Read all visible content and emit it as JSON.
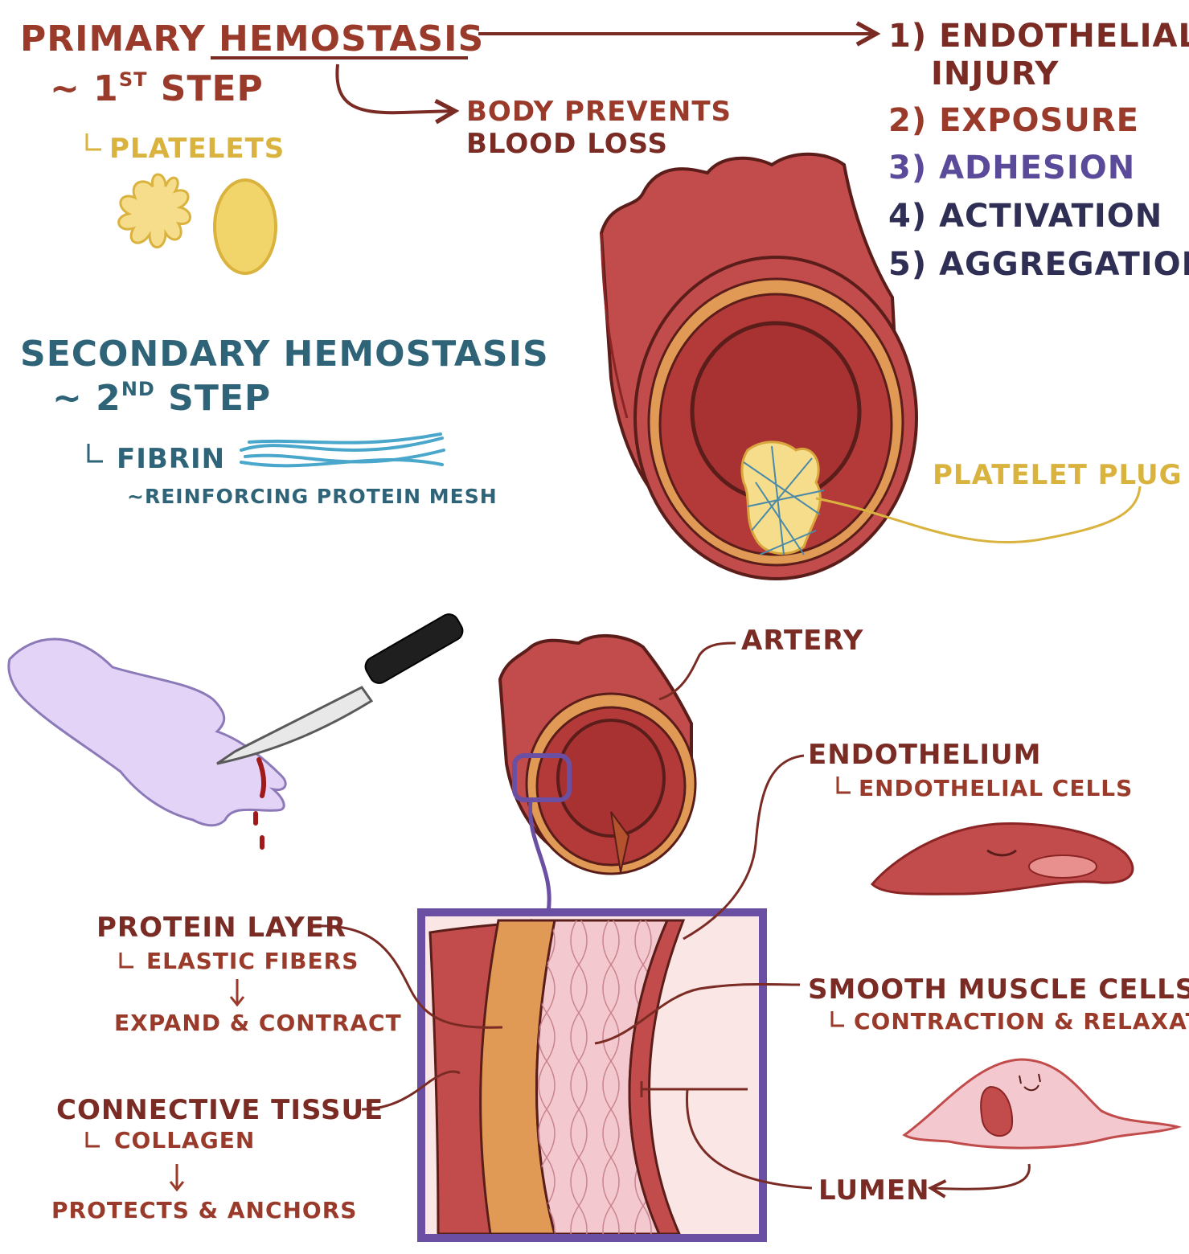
{
  "colors": {
    "brown": "#7a2b24",
    "rust": "#9a3a2a",
    "yellow": "#d9b33d",
    "teal": "#2e6378",
    "purple": "#5b4a9a",
    "navy": "#2f2f55",
    "artery_outer": "#c24c4c",
    "artery_mid": "#a83232",
    "orange_layer": "#e09a55",
    "hand": "#e3d3f7",
    "box": "#6a4fa3"
  },
  "primary": {
    "title_a": "PRIMARY ",
    "title_b": "HEMOSTASIS",
    "step_prefix": "~ 1",
    "step_sup": "ST",
    "step_suffix": " STEP",
    "platelets": "PLATELETS",
    "body_prevents_1": "BODY PREVENTS",
    "body_prevents_2": "BLOOD LOSS"
  },
  "steps": [
    {
      "num": "1)",
      "text": "ENDOTHELIAL"
    },
    {
      "num": "",
      "text": "INJURY"
    },
    {
      "num": "2)",
      "text": "EXPOSURE"
    },
    {
      "num": "3)",
      "text": "ADHESION"
    },
    {
      "num": "4)",
      "text": "ACTIVATION"
    },
    {
      "num": "5)",
      "text": "AGGREGATION"
    }
  ],
  "secondary": {
    "title": "SECONDARY HEMOSTASIS",
    "step_prefix": "~ 2",
    "step_sup": "ND",
    "step_suffix": " STEP",
    "fibrin": "FIBRIN",
    "mesh": "~REINFORCING PROTEIN MESH"
  },
  "labels": {
    "platelet_plug": "PLATELET PLUG",
    "artery": "ARTERY",
    "endothelium": "ENDOTHELIUM",
    "endothelial_cells": "ENDOTHELIAL CELLS",
    "protein_layer": "PROTEIN LAYER",
    "elastic_fibers": "ELASTIC FIBERS",
    "expand_contract": "EXPAND & CONTRACT",
    "connective_tissue": "CONNECTIVE TISSUE",
    "collagen": "COLLAGEN",
    "protects_anchors": "PROTECTS & ANCHORS",
    "smooth_muscle": "SMOOTH MUSCLE CELLS",
    "contraction_relaxation": "CONTRACTION & RELAXATION",
    "lumen": "LUMEN"
  }
}
